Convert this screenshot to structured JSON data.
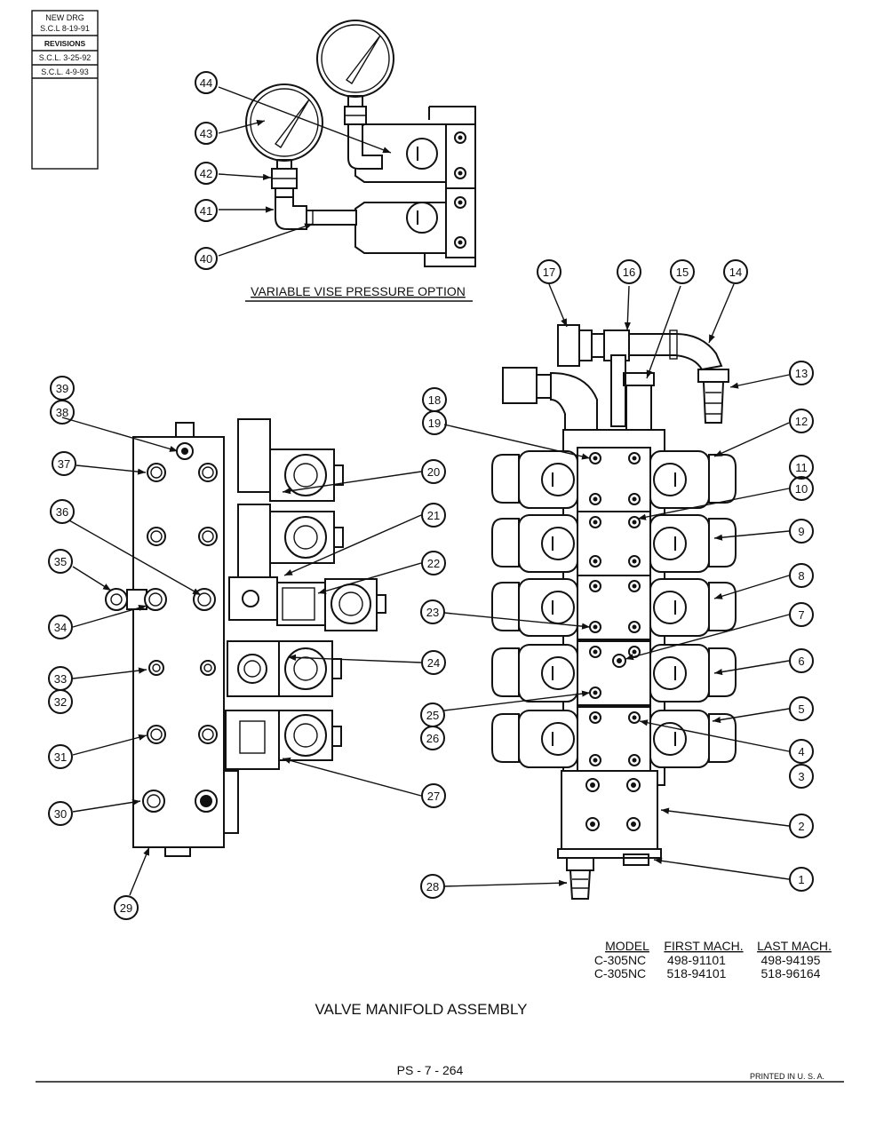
{
  "revision_block": {
    "new_drg": "NEW DRG",
    "new_drg_date": "S.C.L 8-19-91",
    "revisions_heading": "REVISIONS",
    "revisions": [
      "S.C.L. 3-25-92",
      "S.C.L. 4-9-93"
    ]
  },
  "option_title": "VARIABLE VISE PRESSURE OPTION",
  "callouts": {
    "1": "1",
    "2": "2",
    "3": "3",
    "4": "4",
    "5": "5",
    "6": "6",
    "7": "7",
    "8": "8",
    "9": "9",
    "10": "10",
    "11": "11",
    "12": "12",
    "13": "13",
    "14": "14",
    "15": "15",
    "16": "16",
    "17": "17",
    "18": "18",
    "19": "19",
    "20": "20",
    "21": "21",
    "22": "22",
    "23": "23",
    "24": "24",
    "25": "25",
    "26": "26",
    "27": "27",
    "28": "28",
    "29": "29",
    "30": "30",
    "31": "31",
    "32": "32",
    "33": "33",
    "34": "34",
    "35": "35",
    "36": "36",
    "37": "37",
    "38": "38",
    "39": "39",
    "40": "40",
    "41": "41",
    "42": "42",
    "43": "43",
    "44": "44"
  },
  "model_table": {
    "headers": [
      "MODEL",
      "FIRST MACH.",
      "LAST MACH."
    ],
    "rows": [
      [
        "C-305NC",
        "498-91101",
        "498-94195"
      ],
      [
        "C-305NC",
        "518-94101",
        "518-96164"
      ]
    ]
  },
  "drawing_title": "VALVE MANIFOLD ASSEMBLY",
  "page_number": "PS - 7 - 264",
  "printed_note": "PRINTED IN U. S. A."
}
